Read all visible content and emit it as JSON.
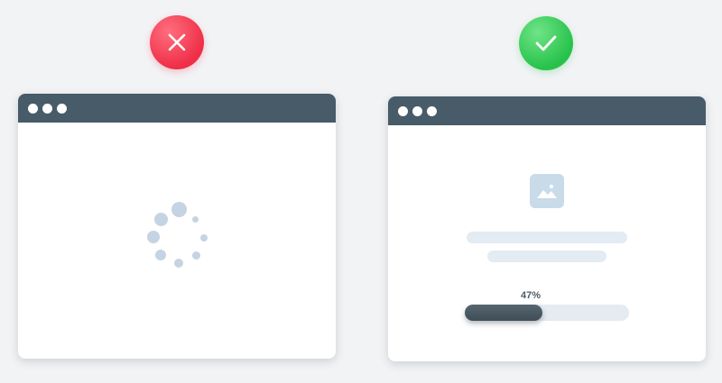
{
  "comparison": {
    "bad": {
      "status_icon": "cross-icon",
      "status_color": "#ef2f48",
      "window": {
        "titlebar_color": "#475b69",
        "content": "loading-spinner"
      }
    },
    "good": {
      "status_icon": "checkmark-icon",
      "status_color": "#27c24b",
      "window": {
        "titlebar_color": "#475b69",
        "content_icon": "image-icon",
        "progress": {
          "label": "47%",
          "value_percent": 47
        }
      }
    }
  }
}
